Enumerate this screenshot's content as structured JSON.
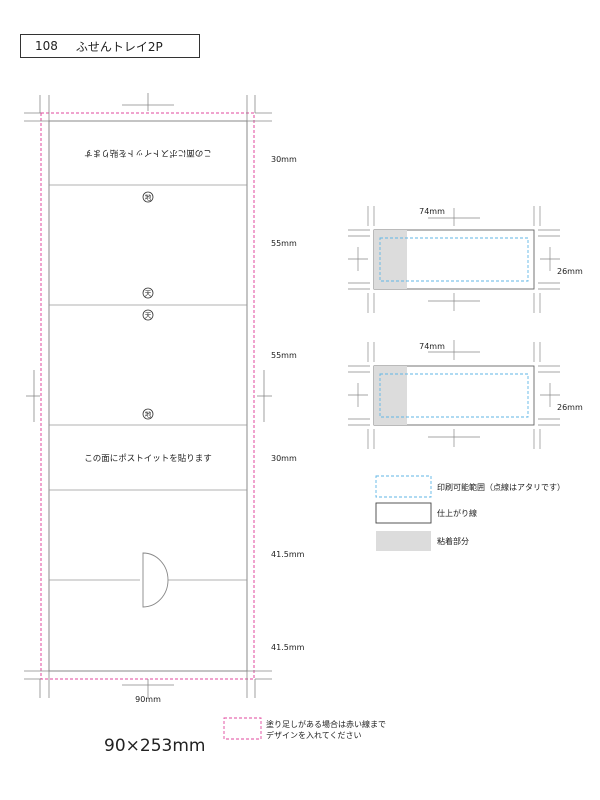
{
  "header": {
    "number": "108",
    "name": "ふせんトレイ2P"
  },
  "template": {
    "sections": [
      {
        "label": "この面にポストイットを貼ります",
        "upside_down": true
      },
      {
        "label": ""
      },
      {
        "label": ""
      },
      {
        "label": "この面にポストイットを貼ります",
        "upside_down": false
      },
      {
        "label": ""
      },
      {
        "label": ""
      }
    ],
    "dimensions": [
      "30mm",
      "55mm",
      "55mm",
      "30mm",
      "41.5mm",
      "41.5mm"
    ],
    "markers": [
      "地",
      "天",
      "天",
      "地"
    ],
    "width_label": "90mm",
    "size_label": "90×253mm"
  },
  "side_panels": {
    "width_label": "74mm",
    "height_label": "26mm"
  },
  "legend": {
    "print_area": "印刷可能範囲（点線はアタリです）",
    "trim_line": "仕上がり線",
    "glue_area": "粘着部分"
  },
  "note": {
    "line1": "塗り足しがある場合は赤い線まで",
    "line2": "デザインを入れてください"
  },
  "colors": {
    "bleed": "#e0479e",
    "print_area": "#5fb6e6",
    "glue": "#dcdcdc",
    "line": "#888888"
  }
}
